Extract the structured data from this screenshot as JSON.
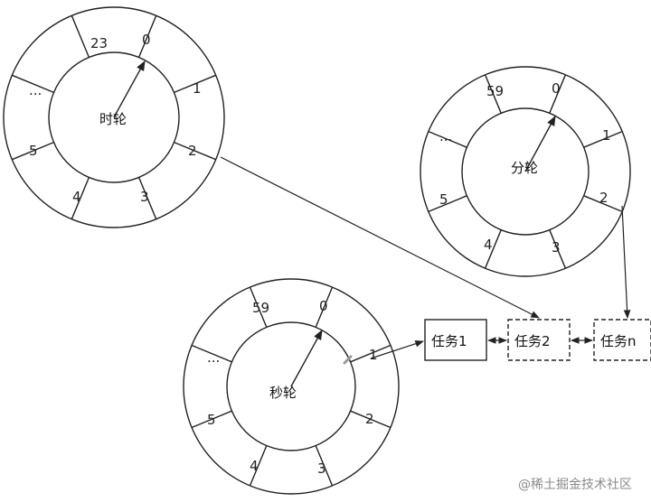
{
  "wheels": {
    "hour": {
      "hub": "时轮",
      "slots": [
        "23",
        "0",
        "1",
        "2",
        "3",
        "4",
        "5",
        "..."
      ]
    },
    "minute": {
      "hub": "分轮",
      "slots": [
        "59",
        "0",
        "1",
        "2",
        "3",
        "4",
        "5",
        "..."
      ]
    },
    "second": {
      "hub": "秒轮",
      "slots": [
        "59",
        "0",
        "1",
        "2",
        "3",
        "4",
        "5",
        "..."
      ]
    }
  },
  "tasks": [
    "任务1",
    "任务2",
    "任务n"
  ],
  "watermark": "@稀土掘金技术社区",
  "colors": {
    "stroke": "#222222",
    "background": "#ffffff",
    "watermark": "#8a8a8a"
  }
}
